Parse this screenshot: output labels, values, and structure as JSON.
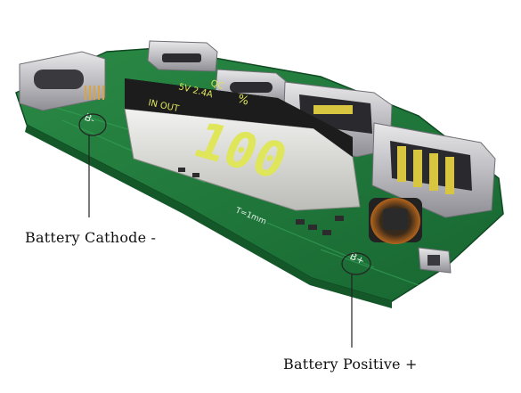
{
  "labels": {
    "battery_cathode": "Battery Cathode -",
    "battery_positive": "Battery Positive +"
  },
  "board_silkscreen": {
    "in_out": "IN OUT",
    "voltage": "5V 2.4A",
    "qc": "QC",
    "percent": "%",
    "b_minus": "B-",
    "b_plus": "B+",
    "formula": "T=1mm"
  },
  "display": {
    "digits": "100"
  },
  "colors": {
    "pcb": "#1f7a3a",
    "pcb_dark": "#14582a",
    "display_face": "#1a1a1a",
    "segment": "#dfe65a",
    "usb_metal": "#c9c9cc",
    "usb_yellow": "#d8c640",
    "copper": "#b5651d"
  },
  "icons": [
    "usb-c-port-icon",
    "usb-a-port-icon",
    "inductor-icon",
    "push-button-icon"
  ]
}
